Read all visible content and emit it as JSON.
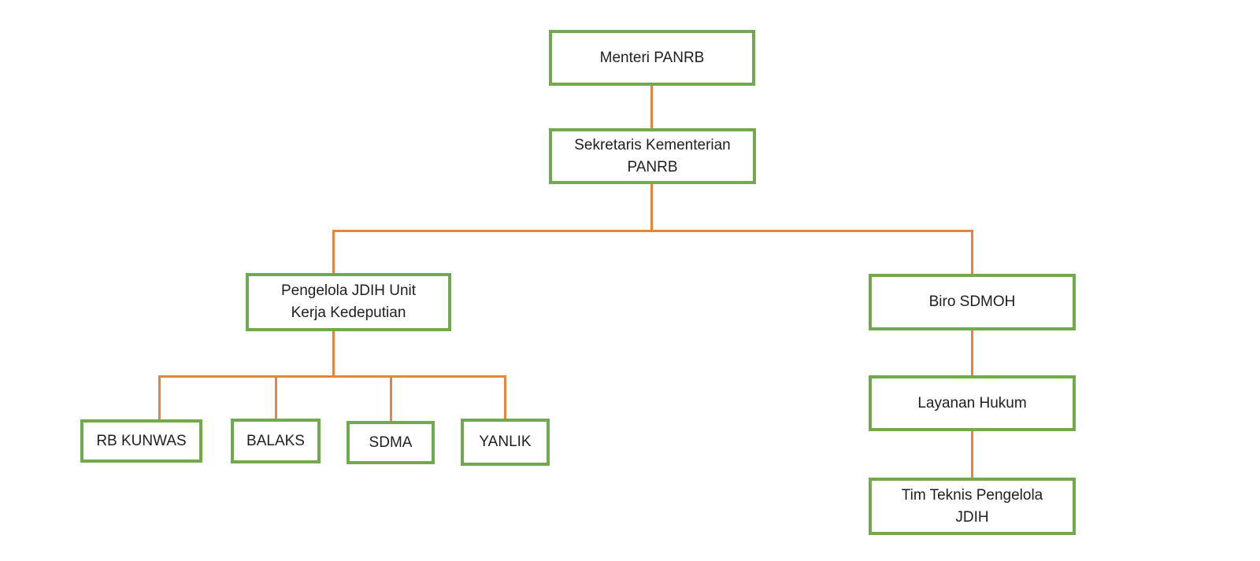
{
  "colors": {
    "box_border": "#72A94C",
    "connector": "#E8823C",
    "text": "#1F1F1F",
    "background": "#FFFFFF"
  },
  "org_chart": {
    "type": "organizational-chart",
    "nodes": {
      "menteri": {
        "label": "Menteri PANRB"
      },
      "sekretaris": {
        "label": "Sekretaris Kementerian\nPANRB"
      },
      "pengelola": {
        "label": "Pengelola JDIH Unit\nKerja Kedeputian"
      },
      "biro": {
        "label": "Biro SDMOH"
      },
      "layanan": {
        "label": "Layanan Hukum"
      },
      "tim": {
        "label": "Tim Teknis Pengelola\nJDIH"
      },
      "rb_kunwas": {
        "label": "RB KUNWAS"
      },
      "balaks": {
        "label": "BALAKS"
      },
      "sdma": {
        "label": "SDMA"
      },
      "yanlik": {
        "label": "YANLIK"
      }
    },
    "edges": [
      {
        "from": "menteri",
        "to": "sekretaris"
      },
      {
        "from": "sekretaris",
        "to": "pengelola"
      },
      {
        "from": "sekretaris",
        "to": "biro"
      },
      {
        "from": "pengelola",
        "to": "rb_kunwas"
      },
      {
        "from": "pengelola",
        "to": "balaks"
      },
      {
        "from": "pengelola",
        "to": "sdma"
      },
      {
        "from": "pengelola",
        "to": "yanlik"
      },
      {
        "from": "biro",
        "to": "layanan"
      },
      {
        "from": "layanan",
        "to": "tim"
      }
    ]
  }
}
